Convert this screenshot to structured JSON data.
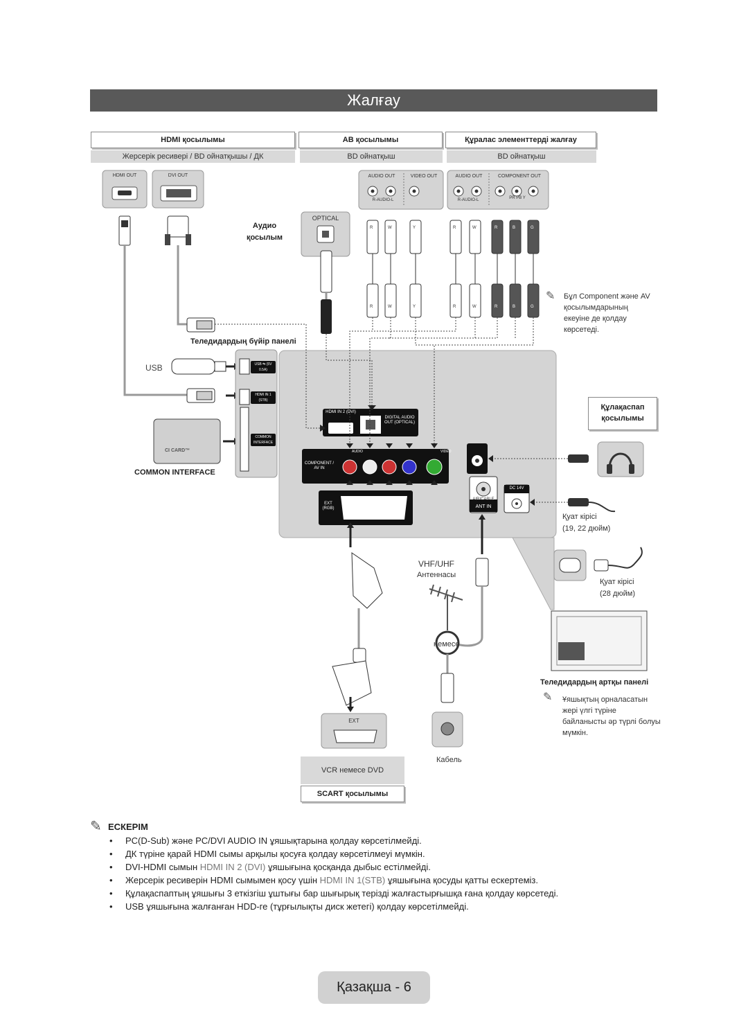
{
  "title": "Жалғау",
  "headers": {
    "hdmi": "HDMI қосылымы",
    "av": "AB қосылымы",
    "component": "Құралас элементтерді жалғау"
  },
  "subheaders": {
    "hdmi": "Жерсерік ресивері / BD ойнатқышы / ДК",
    "av": "BD ойнатқыш",
    "component": "BD ойнатқыш"
  },
  "ports": {
    "hdmi_out": "HDMI OUT",
    "dvi_out": "DVI OUT",
    "audio_out": "AUDIO OUT",
    "video_out": "VIDEO OUT",
    "component_out": "COMPONENT OUT",
    "r_audio_l": "R-AUDIO-L",
    "pr_pb_y": "PR   PB   Y",
    "optical": "OPTICAL",
    "usb_port": "USB ⇆ (5V 0.5A)",
    "hdmi_in_1": "HDMI IN 1 (STB)",
    "common_interface_port": "COMMON INTERFACE",
    "hdmi_in_2": "HDMI IN 2 (DVI)",
    "digital_audio_out": "DIGITAL AUDIO OUT (OPTICAL)",
    "component_av_in": "COMPONENT / AV IN",
    "audio": "AUDIO",
    "video": "VIDEO",
    "ext_rgb": "EXT (RGB)",
    "air_cable": "AIR/CABLE",
    "ant_in": "ANT IN",
    "dc": "DC 14V",
    "ext": "EXT",
    "ci_card": "CI CARD™"
  },
  "plug_letters": [
    "R",
    "W",
    "Y",
    "R",
    "W",
    "R",
    "B",
    "G"
  ],
  "labels": {
    "audio_connection": "Аудио қосылым",
    "side_panel": "Теледидардың бүйір панелі",
    "usb": "USB",
    "common_interface": "COMMON INTERFACE",
    "component_note": "Бұл Component және AV қосылымдарының екеуіне де қолдау көрсетеді.",
    "headphone_connection": "Құлақаспап қосылымы",
    "power_in_small": "Қуат кірісі",
    "power_in_small_size": "(19, 22 дюйм)",
    "vhf_uhf": "VHF/UHF",
    "antenna": "Антеннасы",
    "or": "немесе",
    "power_in_large": "Қуат кірісі",
    "power_in_large_size": "(28 дюйм)",
    "back_panel": "Теледидардың артқы панелі",
    "back_panel_note": "Ұяшықтың орналасатын жері үлгі түріне байланысты әр түрлі болуы мүмкін.",
    "cable": "Кабель",
    "vcr_dvd": "VCR немесе DVD",
    "scart": "SCART қосылымы"
  },
  "notes": {
    "heading": "ЕСКЕРІМ",
    "items": [
      [
        "",
        "PC(D-Sub) және PC/DVI AUDIO IN ұяшықтарына қолдау көрсетілмейді.",
        "",
        ""
      ],
      [
        "",
        "ДК түріне қарай HDMI сымы арқылы қосуға қолдау көрсетілмеуі мүмкін.",
        "",
        ""
      ],
      [
        "DVI-HDMI сымын ",
        "HDMI IN 2 (DVI)",
        " ұяшығына қосқанда дыбыс естілмейді.",
        ""
      ],
      [
        "Жерсерік ресиверін HDMI сымымен қосу үшін ",
        "HDMI IN 1(STB)",
        " ұяшығына қосуды қатты ескертеміз.",
        ""
      ],
      [
        "",
        "Құлақаспаптың ұяшығы 3 еткізгіш ұштығы бар шығырық терізді жалғастырғышқа ғана қолдау көрсетеді.",
        "",
        ""
      ],
      [
        "",
        "USB ұяшығына жалғанған HDD-ге (тұрғылықты диск жетегі) қолдау көрсетілмейді.",
        "",
        ""
      ]
    ]
  },
  "footer": "Қазақша - 6"
}
